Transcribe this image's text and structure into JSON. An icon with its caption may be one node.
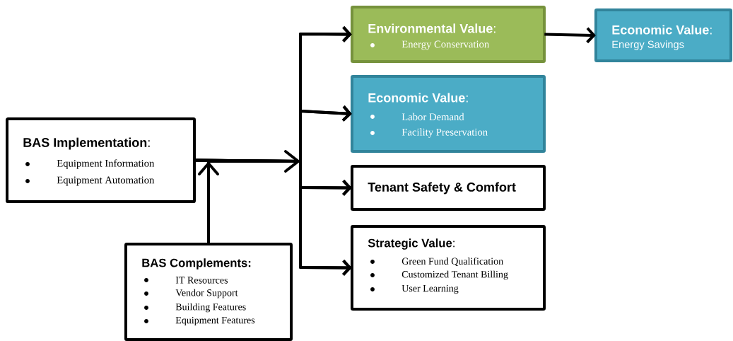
{
  "diagram": {
    "nodes": [
      {
        "text": [
          "**BAS Implementation**:",
          "Equipment Information",
          "Equipment Automation"
        ]
      },
      {
        "text": [
          "BAS Complements:",
          "IT Resources",
          "Vendor Support",
          "Building Features",
          "Equipment Features"
        ]
      },
      {
        "text": [
          "**Environmental Value**:",
          "Energy Conservation"
        ]
      },
      {
        "text": [
          "**Economic Value**:",
          "Energy Savings"
        ]
      },
      {
        "text": [
          "**Economic Value**:",
          "Labor Demand",
          "Facility Preservation"
        ]
      },
      {
        "text": [
          "Tenant Safety & Comfort"
        ]
      },
      {
        "text": [
          "**Strategic Value**:",
          "Green Fund Qualification",
          "Customized Tenant Billing",
          "User Learning"
        ]
      }
    ],
    "edges": [
      {
        "from": 0,
        "to": 2,
        "arrow": "to"
      },
      {
        "from": 0,
        "to": 4,
        "arrow": "to"
      },
      {
        "from": 0,
        "to": 5,
        "arrow": "to"
      },
      {
        "from": 0,
        "to": 6,
        "arrow": "to"
      },
      {
        "from": 1,
        "to": 2,
        "arrow": "to"
      },
      {
        "from": 1,
        "to": 4,
        "arrow": "to"
      },
      {
        "from": 1,
        "to": 5,
        "arrow": "to"
      },
      {
        "from": 1,
        "to": 6,
        "arrow": "to"
      },
      {
        "from": 2,
        "to": 3,
        "arrow": "to"
      }
    ]
  }
}
